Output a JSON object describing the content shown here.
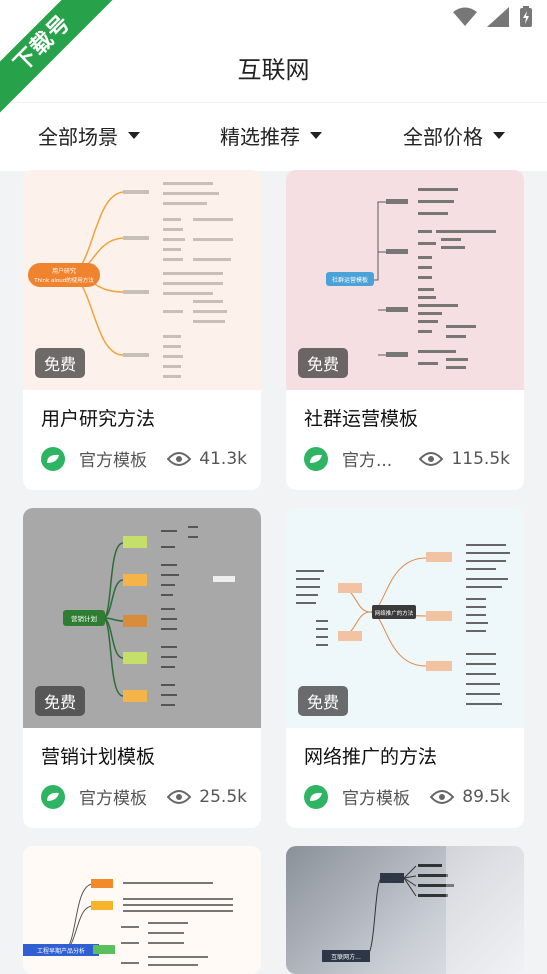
{
  "watermark": "下载号",
  "header": {
    "title": "互联网"
  },
  "filters": [
    {
      "label": "全部场景"
    },
    {
      "label": "精选推荐"
    },
    {
      "label": "全部价格"
    }
  ],
  "cards": [
    {
      "title": "用户研究方法",
      "badge": "免费",
      "source": "官方模板",
      "views": "41.3k"
    },
    {
      "title": "社群运营模板",
      "badge": "免费",
      "source": "官方...",
      "views": "115.5k"
    },
    {
      "title": "营销计划模板",
      "badge": "免费",
      "source": "官方模板",
      "views": "25.5k"
    },
    {
      "title": "网络推广的方法",
      "badge": "免费",
      "source": "官方模板",
      "views": "89.5k"
    }
  ],
  "thumb_text": {
    "c1_center": "用户研究",
    "c1_center2": "Think aloud的使用方法",
    "c2_center": "社群运营模板",
    "c3_center": "营销计划",
    "c4_center": "网络推广的方法",
    "c5_center": "工程早期产品分析",
    "c6_center": "互联网方..."
  },
  "colors": {
    "accent_green": "#2fb463",
    "ribbon_green": "#27a14a"
  }
}
